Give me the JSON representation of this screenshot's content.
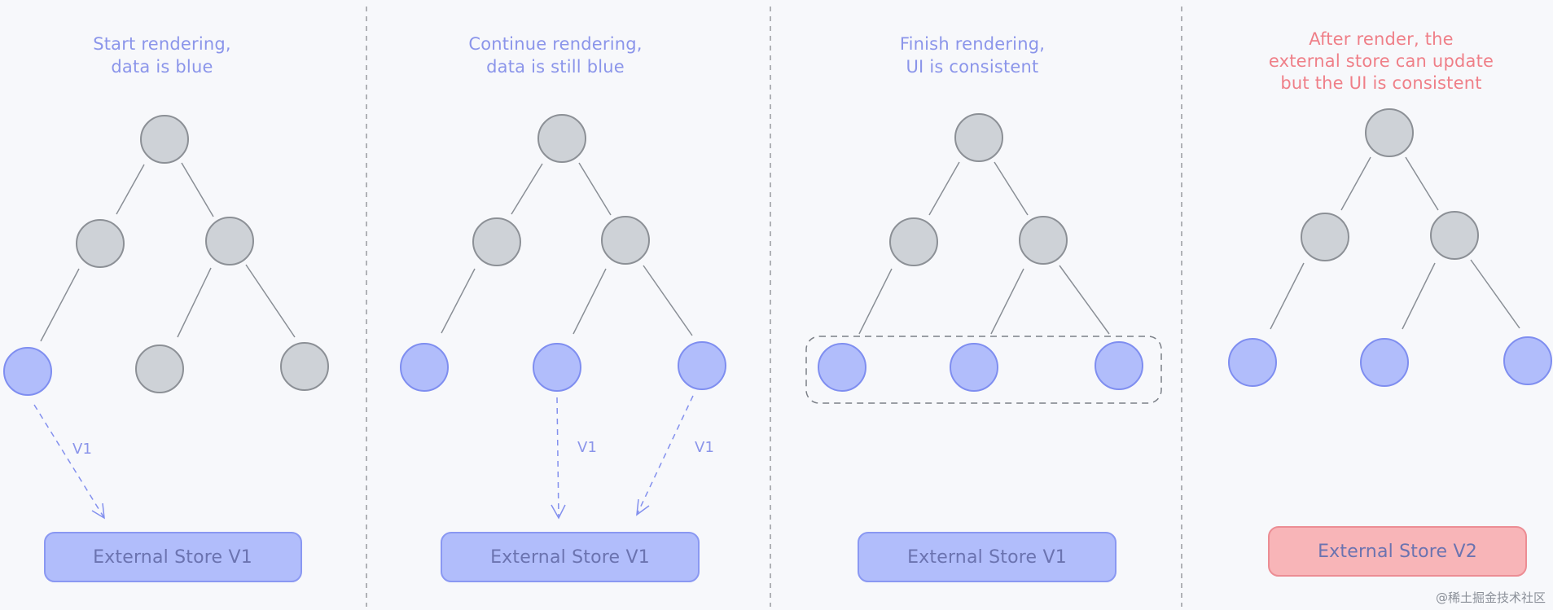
{
  "panels": [
    {
      "caption_lines": [
        "Start rendering,",
        "data is blue"
      ],
      "caption_color": "#8b95ea",
      "leaf_colors": [
        "blue",
        "gray",
        "gray"
      ],
      "arrow_labels": [
        "V1"
      ],
      "store_label": "External Store V1",
      "store_color": "blue"
    },
    {
      "caption_lines": [
        "Continue rendering,",
        "data is still blue"
      ],
      "caption_color": "#8b95ea",
      "leaf_colors": [
        "blue",
        "blue",
        "blue"
      ],
      "arrow_labels": [
        "V1",
        "V1"
      ],
      "store_label": "External Store V1",
      "store_color": "blue"
    },
    {
      "caption_lines": [
        "Finish rendering,",
        "UI is consistent"
      ],
      "caption_color": "#8b95ea",
      "leaf_colors": [
        "blue",
        "blue",
        "blue"
      ],
      "arrow_labels": [],
      "store_label": "External Store V1",
      "store_color": "blue"
    },
    {
      "caption_lines": [
        "After render, the",
        "external store can update",
        "but the UI is consistent"
      ],
      "caption_color": "#ef7f88",
      "leaf_colors": [
        "blue",
        "blue",
        "blue"
      ],
      "arrow_labels": [],
      "store_label": "External Store V2",
      "store_color": "red"
    }
  ],
  "watermark": "@稀土掘金技术社区",
  "colors": {
    "node_gray": "#ced2d7",
    "node_blue": "#b1bdfb",
    "store_blue": "#b1bdfb",
    "store_red": "#f8b5b8",
    "caption_blue": "#8b95ea",
    "caption_red": "#ef7f88"
  }
}
